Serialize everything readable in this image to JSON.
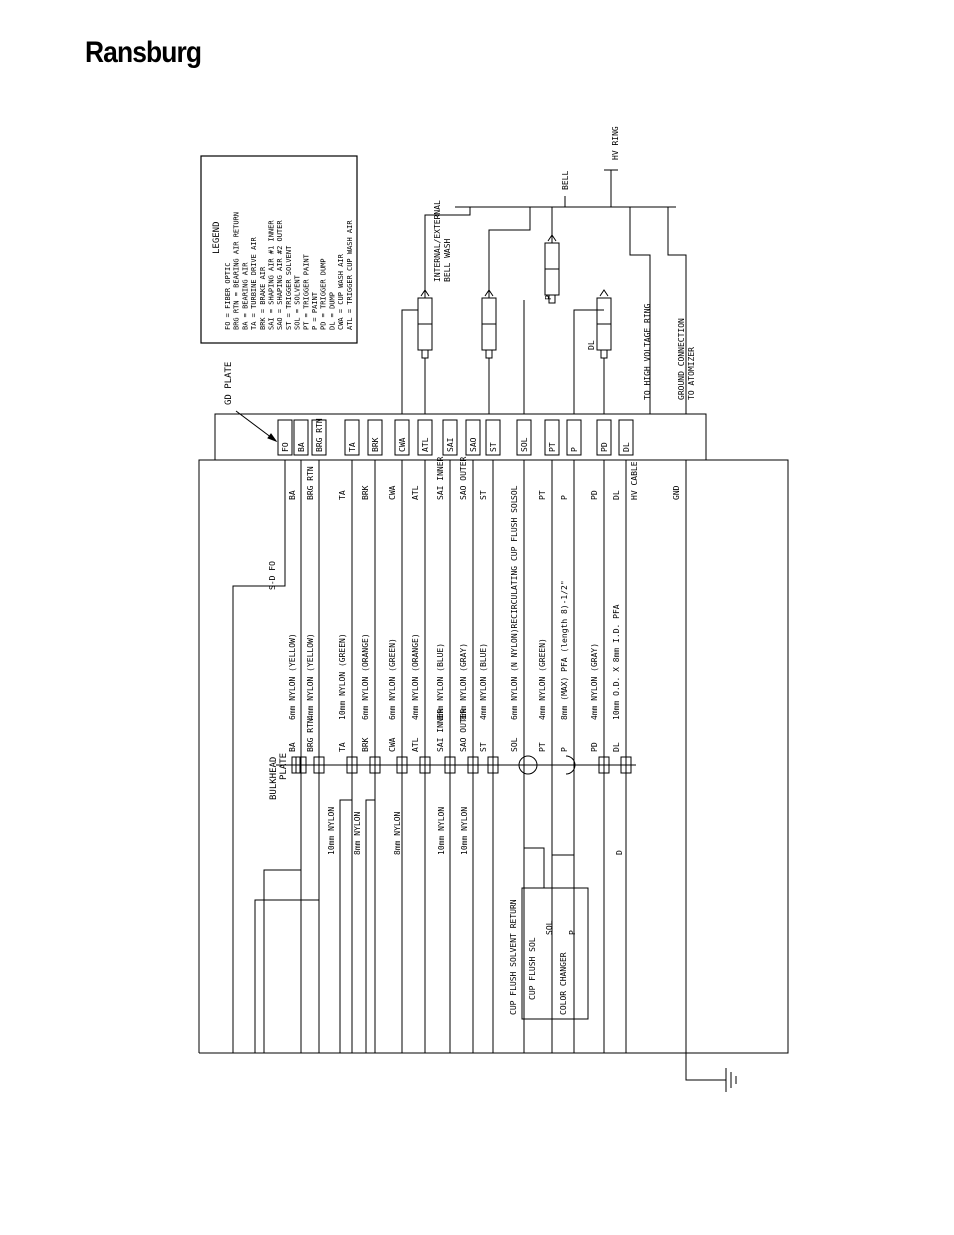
{
  "brand": "Ransburg",
  "legend": {
    "title": "LEGEND",
    "items": [
      "FO = FIBER OPTIC",
      "BRG RTN = BEARING AIR RETURN",
      "BA = BEARING AIR",
      "TA = TURBINE DRIVE AIR",
      "BRK = BRAKE AIR",
      "SAI = SHAPING AIR #1 INNER",
      "SAO = SHAPING AIR #2 OUTER",
      "ST = TRIGGER SOLVENT",
      "SOL = SOLVENT",
      "PT = TRIGGER PAINT",
      "P = PAINT",
      "PD = TRIGGER DUMP",
      "DL = DUMP",
      "CWA = CUP WASH AIR",
      "ATL = TRIGGER CUP WASH AIR"
    ]
  },
  "gd_plate": "GD PLATE",
  "ports": [
    "FO",
    "BA",
    "BRG RTN",
    "TA",
    "BRK",
    "CWA",
    "ATL",
    "SAI",
    "SAO",
    "ST",
    "SOL",
    "PT",
    "P",
    "PD",
    "DL"
  ],
  "line_labels": [
    "S-D FO",
    "BA",
    "BRG RTN",
    "TA",
    "BRK",
    "CWA",
    "ATL",
    "SAI INNER",
    "SAO OUTER",
    "ST",
    "SOL",
    "PT",
    "P",
    "PD",
    "DL",
    "HV CABLE",
    "GND"
  ],
  "tube_specs": [
    "6mm NYLON (YELLOW)",
    "4mm NYLON (YELLOW)",
    "10mm NYLON (GREEN)",
    "6mm NYLON (ORANGE)",
    "6mm NYLON (GREEN)",
    "4mm NYLON (ORANGE)",
    "8mm NYLON (BLUE)",
    "8mm NYLON (GRAY)",
    "4mm NYLON (BLUE)",
    "6mm NYLON (N NYLON)RECIRCULATING CUP FLUSH SOL",
    "4mm NYLON (GREEN)",
    "8mm (MAX) PFA (length 8)-1/2\"",
    "4mm NYLON (GRAY)",
    "10mm O.D. X 8mm I.D. PFA"
  ],
  "bulkhead_labels": [
    "BA",
    "BRG RTN",
    "TA",
    "BRK",
    "CWA",
    "ATL",
    "SAI INNER",
    "SAO OUTER",
    "ST",
    "SOL",
    "PT",
    "P",
    "PD",
    "DL"
  ],
  "bulkhead_title": "BULKHEAD PLATE",
  "lower_specs": [
    "10mm NYLON",
    "8mm NYLON",
    "8mm NYLON",
    "10mm NYLON",
    "10mm NYLON",
    "D"
  ],
  "top_labels": {
    "internal_external": "INTERNAL/EXTERNAL",
    "bell_wash": "BELL WASH",
    "bell": "BELL",
    "hv_ring": "HV RING",
    "to_hv_ring": "TO HIGH VOLTAGE RING",
    "gnd_conn": "GROUND CONNECTION",
    "to_atomizer": "TO ATOMIZER",
    "valve_p": "P",
    "valve_dl": "DL"
  },
  "color_changer": {
    "title": "COLOR CHANGER",
    "labels": [
      "CUP FLUSH SOLVENT RETURN",
      "CUP FLUSH SOL",
      "SOL",
      "P"
    ]
  }
}
